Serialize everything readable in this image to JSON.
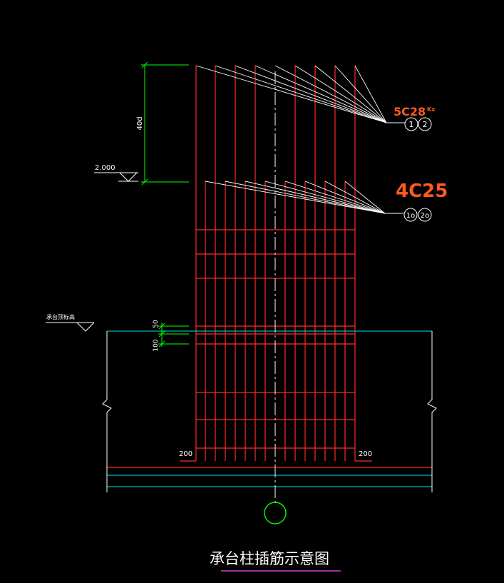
{
  "drawing": {
    "title": "承台柱插筋示意图",
    "dimensions": {
      "anchorage_length": "40d",
      "dim_50": "50",
      "dim_100": "100",
      "left_hook": "200",
      "right_hook": "200"
    },
    "elevations": {
      "level_2000": "2.000",
      "cap_top": "承台顶标高"
    },
    "bar_marks": {
      "upper": [
        "1",
        "2"
      ],
      "lower": [
        "1o",
        "2o"
      ]
    },
    "handwritten_notes": {
      "upper_spec": "5C28",
      "upper_small": "Kx",
      "lower_spec": "4C25"
    },
    "colors": {
      "background": "#000000",
      "rebar": "#ff2a2a",
      "leader": "#ffffff",
      "dimension": "#00ff00",
      "cap_lines": "#00e5e5",
      "annotation": "#ff5a1f",
      "title_underline": "#d63cd6"
    }
  }
}
